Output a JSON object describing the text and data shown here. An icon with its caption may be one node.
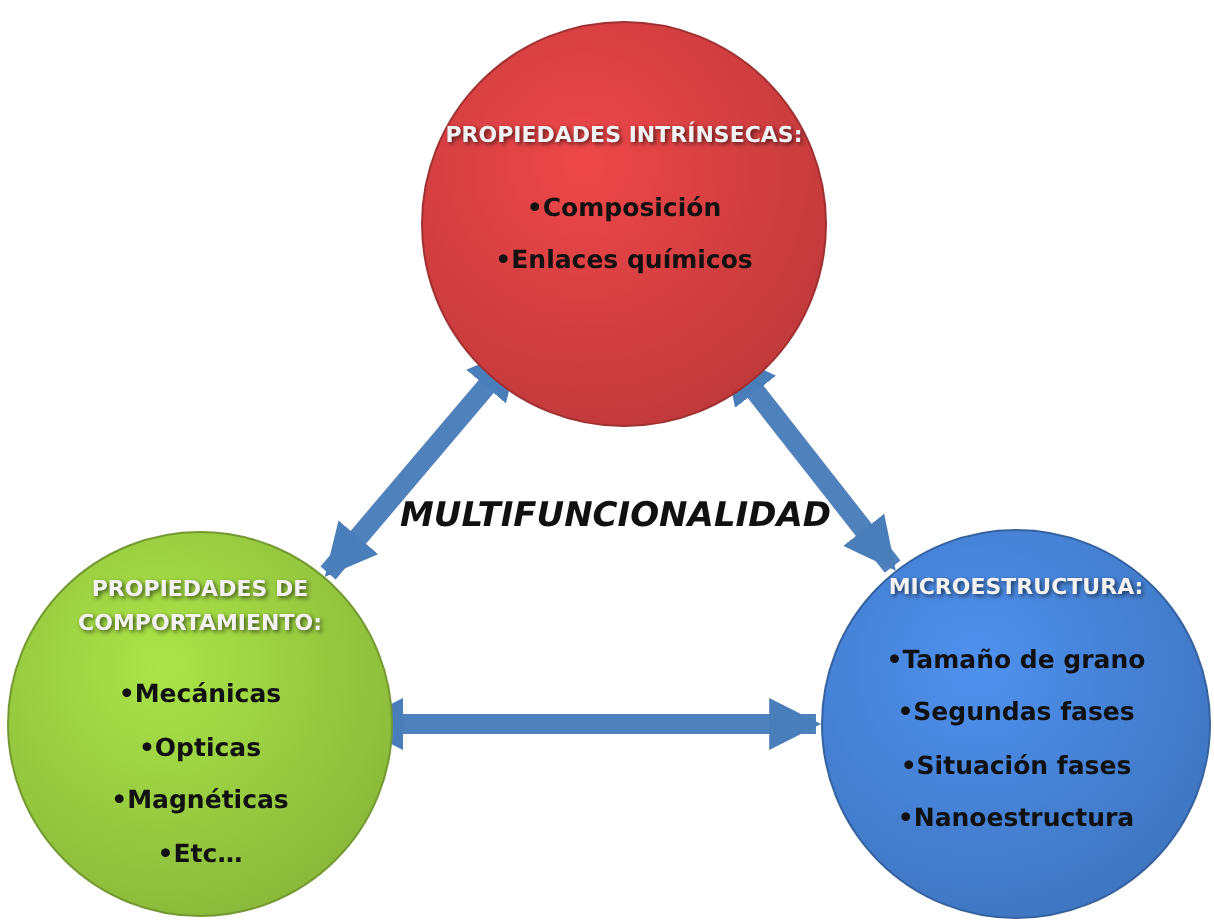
{
  "diagram": {
    "nodes": [
      {
        "text": [
          "PROPIEDADES INTRÍNSECAS:",
          "•Composición",
          "•Enlaces químicos"
        ]
      },
      {
        "text": [
          "PROPIEDADES DE COMPORTAMIENTO:",
          "•Mecánicas",
          "•Opticas",
          "•Magnéticas",
          "•Etc…"
        ]
      },
      {
        "text": [
          "MICROESTRUCTURA:",
          "•Tamaño de grano",
          "•Segundas fases",
          "•Situación fases",
          "•Nanoestructura"
        ]
      }
    ],
    "edges": [
      {
        "from": 0,
        "to": 1,
        "arrow": "both"
      },
      {
        "from": 0,
        "to": 2,
        "arrow": "both"
      },
      {
        "from": 1,
        "to": 2,
        "arrow": "both"
      }
    ],
    "labels": [
      "MULTIFUNCIONALIDAD"
    ]
  }
}
